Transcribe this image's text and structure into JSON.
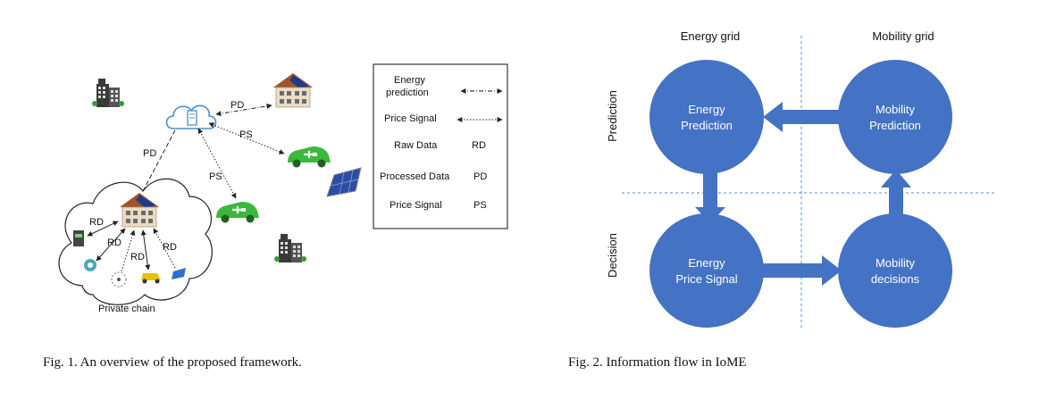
{
  "fig1": {
    "caption": "Fig. 1.   An overview of the proposed framework.",
    "private_chain_label": "Private chain",
    "links": {
      "pd_top": "PD",
      "ps_mid": "PS",
      "pd_left": "PD",
      "ps_low": "PS",
      "rd_1": "RD",
      "rd_2": "RD",
      "rd_3": "RD",
      "rd_4": "RD"
    },
    "legend": [
      {
        "label_line1": "Energy",
        "label_line2": "prediction",
        "symbol": "dash-dot-arrow"
      },
      {
        "label_line1": "Price Signal",
        "label_line2": "",
        "symbol": "dotted-arrow"
      },
      {
        "label_line1": "Raw Data",
        "label_line2": "",
        "symbol": "RD"
      },
      {
        "label_line1": "Processed Data",
        "label_line2": "",
        "symbol": "PD"
      },
      {
        "label_line1": "Price Signal",
        "label_line2": "",
        "symbol": "PS"
      }
    ]
  },
  "fig2": {
    "caption": "Fig. 2.   Information flow in IoME",
    "col_energy": "Energy grid",
    "col_mobility": "Mobility grid",
    "row_prediction": "Prediction",
    "row_decision": "Decision",
    "nodes": {
      "energy_prediction": [
        "Energy",
        "Prediction"
      ],
      "mobility_prediction": [
        "Mobility",
        "Prediction"
      ],
      "energy_price": [
        "Energy",
        "Price Signal"
      ],
      "mobility_decisions": [
        "Mobility",
        "decisions"
      ]
    },
    "node_color": "#4472C4",
    "guide_color": "#5B8FC7"
  }
}
